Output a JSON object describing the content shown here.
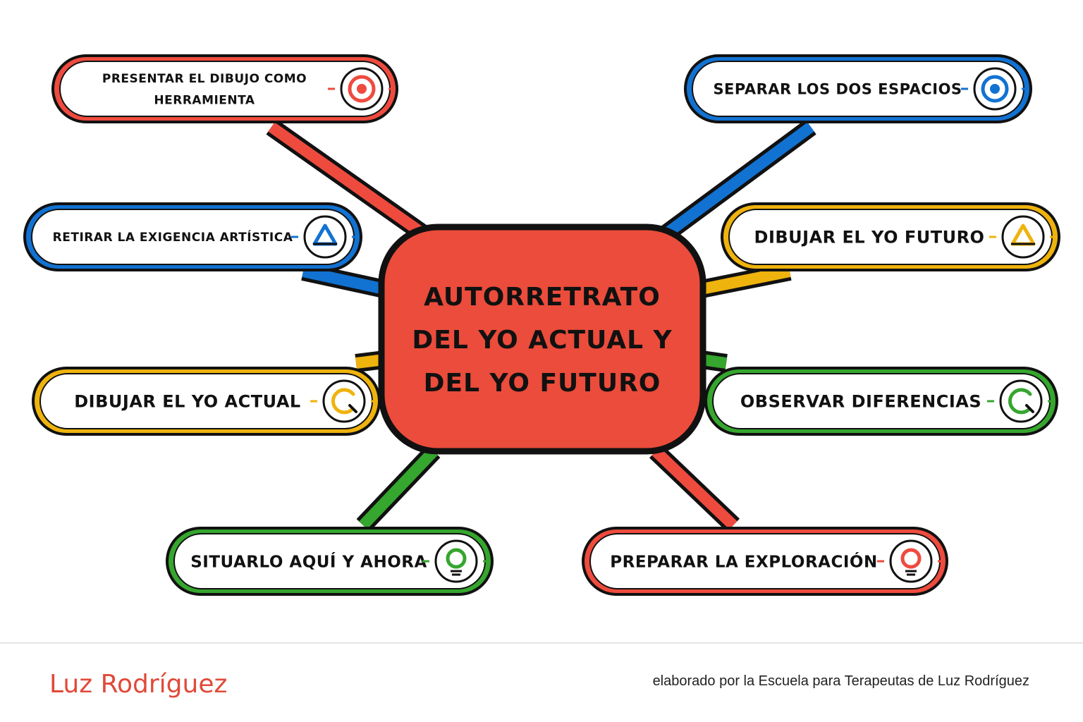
{
  "colors": {
    "red": "#ee4b3e",
    "blue": "#1272d2",
    "yellow": "#efb30e",
    "green": "#35a62e",
    "center": "#eb4c3b",
    "outline": "#111111"
  },
  "center": {
    "lines": [
      "AUTORRETRATO",
      "DEL YO ACTUAL Y",
      "DEL YO FUTURO"
    ]
  },
  "nodes": [
    {
      "id": "presentar",
      "lines": [
        "PRESENTAR EL DIBUJO COMO",
        "HERRAMIENTA"
      ],
      "color": "red",
      "icon": "target-icon"
    },
    {
      "id": "separar",
      "lines": [
        "SEPARAR LOS DOS ESPACIOS"
      ],
      "color": "blue",
      "icon": "target-icon"
    },
    {
      "id": "retirar",
      "lines": [
        "RETIRAR LA EXIGENCIA ARTÍSTICA"
      ],
      "color": "blue",
      "icon": "triangle-icon"
    },
    {
      "id": "dibujar-futuro",
      "lines": [
        "DIBUJAR EL YO FUTURO"
      ],
      "color": "yellow",
      "icon": "triangle-icon"
    },
    {
      "id": "dibujar-actual",
      "lines": [
        "DIBUJAR EL YO ACTUAL"
      ],
      "color": "yellow",
      "icon": "open-circle-icon"
    },
    {
      "id": "observar",
      "lines": [
        "OBSERVAR DIFERENCIAS"
      ],
      "color": "green",
      "icon": "open-circle-icon"
    },
    {
      "id": "situarlo",
      "lines": [
        "SITUARLO AQUÍ Y AHORA"
      ],
      "color": "green",
      "icon": "lightbulb-icon"
    },
    {
      "id": "preparar",
      "lines": [
        "PREPARAR LA EXPLORACIÓN"
      ],
      "color": "red",
      "icon": "lightbulb-icon"
    }
  ],
  "footer": {
    "brand": "Luz Rodríguez",
    "credit": "elaborado por la Escuela para Terapeutas de Luz Rodríguez"
  }
}
